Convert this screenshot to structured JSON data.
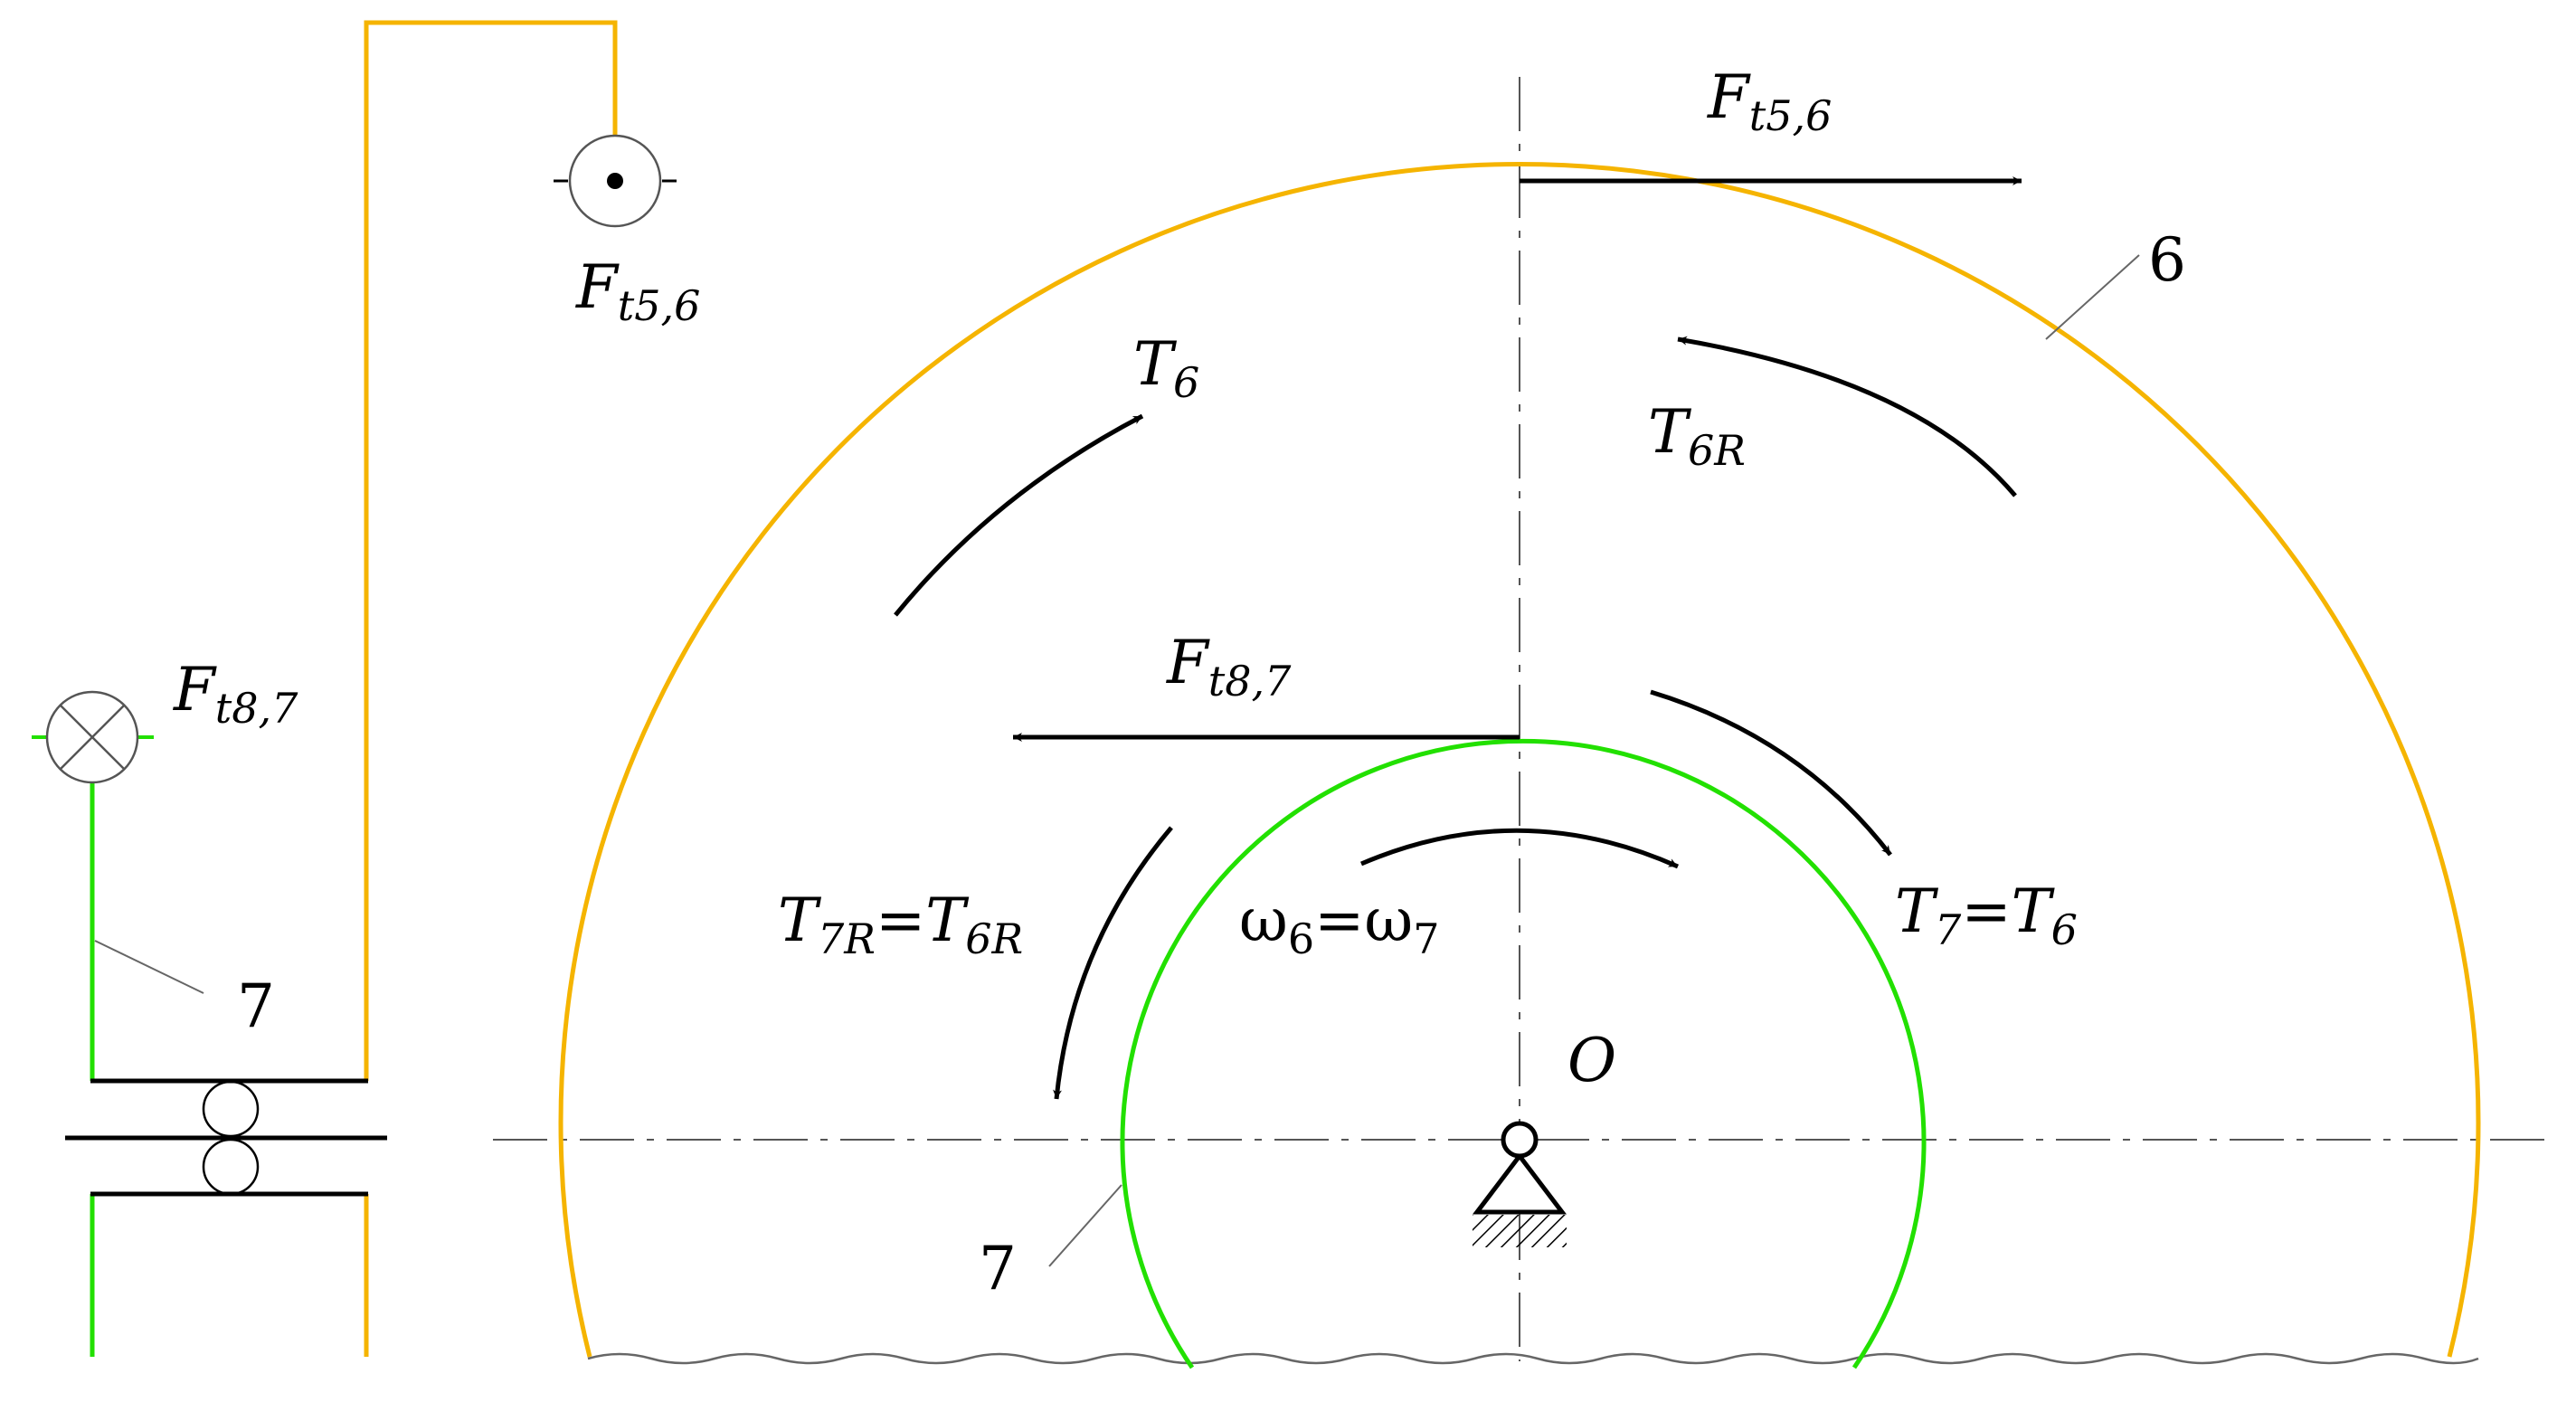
{
  "colors": {
    "gear6": "#f5b400",
    "gear7": "#22e000",
    "ink": "#000000",
    "thin": "#555555"
  },
  "icons": {
    "force_out_of_plane": "dot-in-circle-icon",
    "force_into_plane": "cross-in-circle-icon",
    "pivot": "fixed-pivot-support-icon",
    "bearing": "rolling-bearing-icon"
  },
  "labels": {
    "ft56_top": {
      "main": "F",
      "sub": "t5,6"
    },
    "ft56_side": {
      "main": "F",
      "sub": "t5,6"
    },
    "ft87_side": {
      "main": "F",
      "sub": "t8,7"
    },
    "ft87_mid": {
      "main": "F",
      "sub": "t8,7"
    },
    "t6": {
      "main": "T",
      "sub": "6"
    },
    "t6r": {
      "main": "T",
      "sub": "6R"
    },
    "t7r_eq": {
      "a": "T",
      "a_sub": "7R",
      "eq": "=",
      "b": "T",
      "b_sub": "6R"
    },
    "t7_eq": {
      "a": "T",
      "a_sub": "7",
      "eq": "=",
      "b": "T",
      "b_sub": "6"
    },
    "omega": {
      "a": "ω",
      "a_sub": "6",
      "eq": "=",
      "b": "ω",
      "b_sub": "7"
    },
    "center": "O",
    "gear6_num": "6",
    "gear7_num_left": "7",
    "gear7_num_bottom": "7"
  }
}
